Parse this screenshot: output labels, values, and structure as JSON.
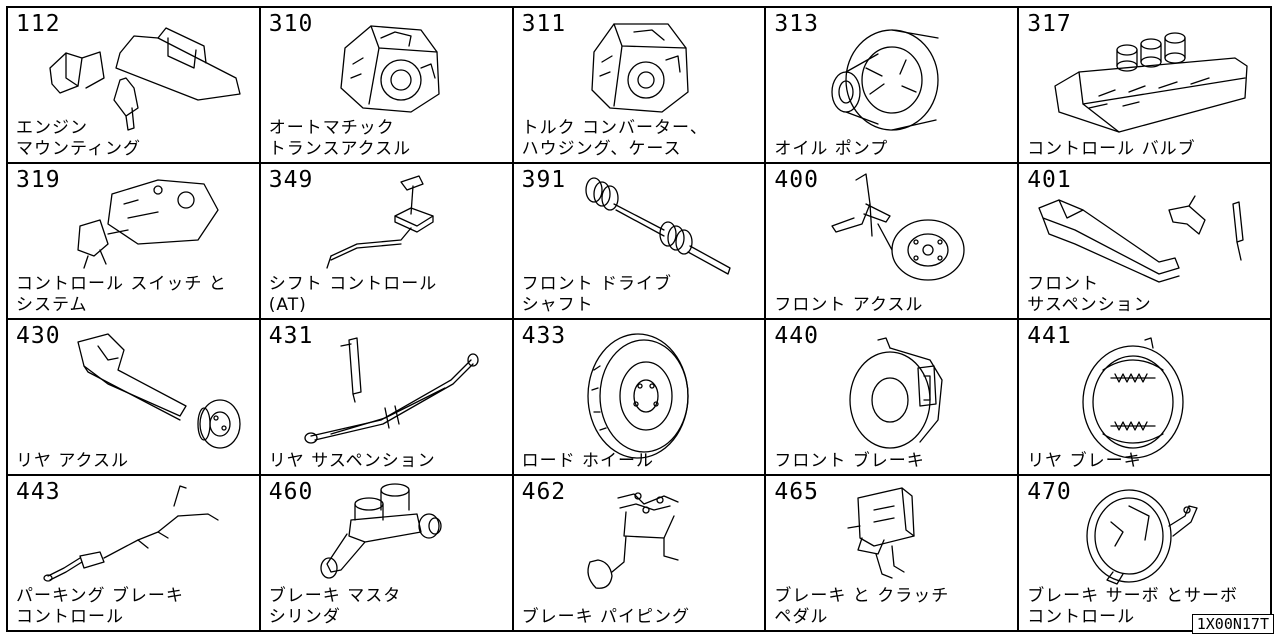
{
  "catalog": {
    "reference_code": "1X00N17T",
    "sections": [
      {
        "code": "112",
        "label": [
          "エンジン",
          "マウンティング"
        ],
        "icon": "engine-mounting-icon"
      },
      {
        "code": "310",
        "label": [
          "オートマチック",
          "トランスアクスル"
        ],
        "icon": "transaxle-icon"
      },
      {
        "code": "311",
        "label": [
          "トルク コンバーター、",
          "ハウジング、ケース"
        ],
        "icon": "torque-converter-icon"
      },
      {
        "code": "313",
        "label": [
          "オイル ポンプ"
        ],
        "icon": "oil-pump-icon"
      },
      {
        "code": "317",
        "label": [
          "コントロール バルブ"
        ],
        "icon": "control-valve-icon"
      },
      {
        "code": "319",
        "label": [
          "コントロール スイッチ と",
          "システム"
        ],
        "icon": "control-switch-icon"
      },
      {
        "code": "349",
        "label": [
          "シフト コントロール",
          "(AT)"
        ],
        "icon": "shift-control-icon"
      },
      {
        "code": "391",
        "label": [
          "フロント ドライブ",
          "シャフト"
        ],
        "icon": "drive-shaft-icon"
      },
      {
        "code": "400",
        "label": [
          "フロント アクスル"
        ],
        "icon": "front-axle-icon"
      },
      {
        "code": "401",
        "label": [
          "フロント",
          "サスペンション"
        ],
        "icon": "front-suspension-icon"
      },
      {
        "code": "430",
        "label": [
          "リヤ アクスル"
        ],
        "icon": "rear-axle-icon"
      },
      {
        "code": "431",
        "label": [
          "リヤ サスペンション"
        ],
        "icon": "rear-suspension-icon"
      },
      {
        "code": "433",
        "label": [
          "ロード ホイール"
        ],
        "icon": "road-wheel-icon"
      },
      {
        "code": "440",
        "label": [
          "フロント ブレーキ"
        ],
        "icon": "front-brake-icon"
      },
      {
        "code": "441",
        "label": [
          "リヤ ブレーキ"
        ],
        "icon": "rear-brake-icon"
      },
      {
        "code": "443",
        "label": [
          "パーキング ブレーキ",
          "コントロール"
        ],
        "icon": "parking-brake-icon"
      },
      {
        "code": "460",
        "label": [
          "ブレーキ マスタ",
          "シリンダ"
        ],
        "icon": "master-cylinder-icon"
      },
      {
        "code": "462",
        "label": [
          "ブレーキ パイピング"
        ],
        "icon": "brake-piping-icon"
      },
      {
        "code": "465",
        "label": [
          "ブレーキ と クラッチ",
          "ペダル"
        ],
        "icon": "pedal-icon"
      },
      {
        "code": "470",
        "label": [
          "ブレーキ サーボ とサーボ",
          "コントロール"
        ],
        "icon": "brake-servo-icon"
      }
    ]
  }
}
